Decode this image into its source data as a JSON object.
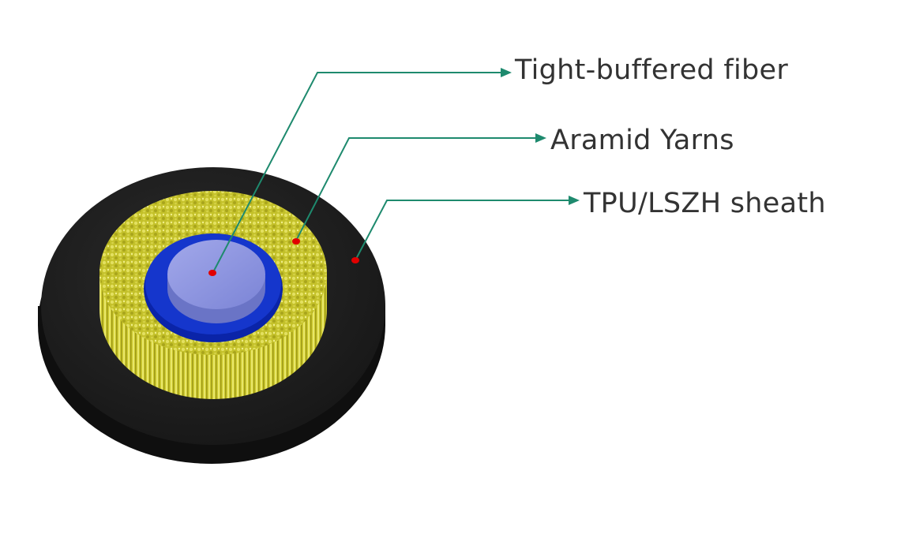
{
  "diagram": {
    "labels": [
      {
        "id": "tight-buffered-fiber",
        "text": "Tight-buffered fiber"
      },
      {
        "id": "aramid-yarns",
        "text": "Aramid Yarns"
      },
      {
        "id": "tpu-lszh-sheath",
        "text": "TPU/LSZH sheath"
      }
    ],
    "colors": {
      "sheath": "#1f1f1f",
      "sheath_side": "#0d0d0d",
      "yarn": "#c9c62e",
      "yarn_dark": "#8d8a12",
      "blue_ring": "#1533c9",
      "fiber_top": "#8b93dc",
      "fiber_side": "#6c76c8",
      "leader": "#1e8a6e",
      "marker": "#e10000"
    }
  }
}
